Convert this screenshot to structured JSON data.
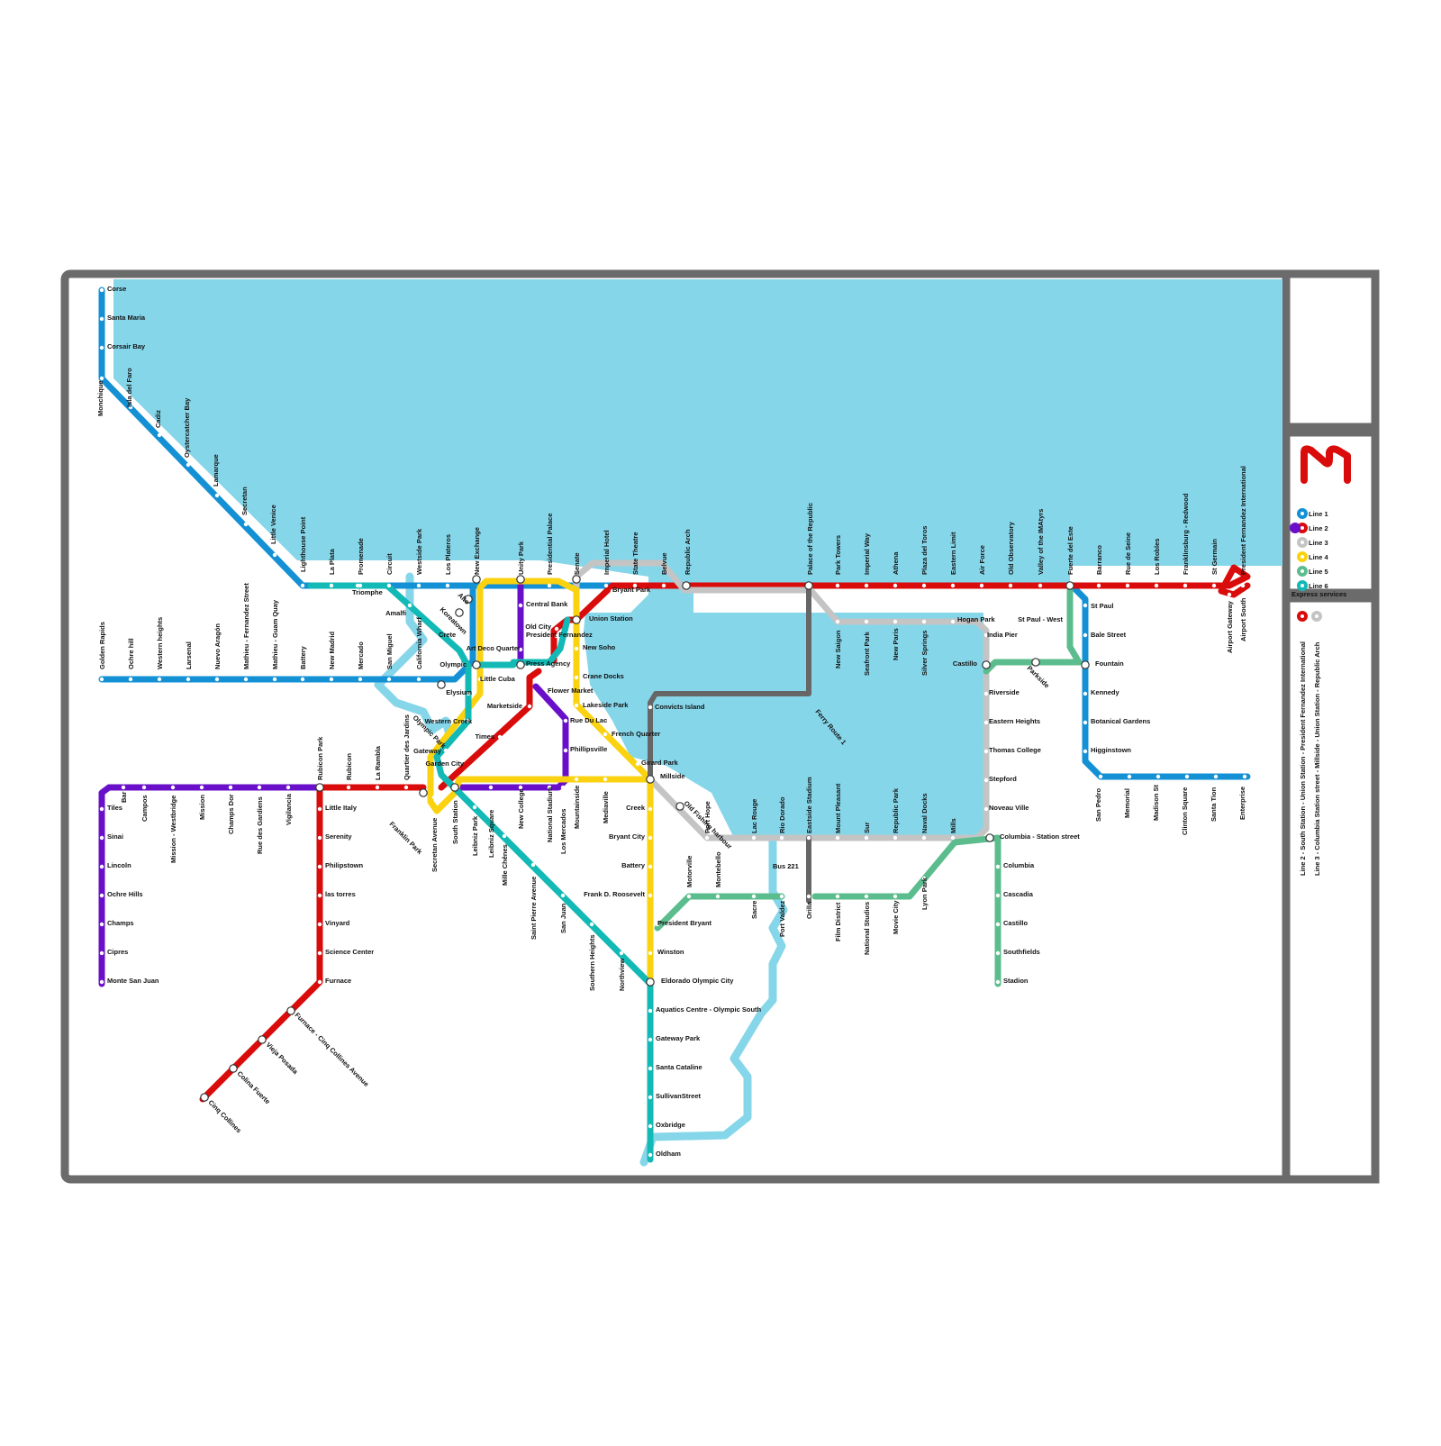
{
  "title": "",
  "logo_label": "M",
  "colors": {
    "frame": "#6b6b6b",
    "water": "#86d6ea",
    "line1": "#1491d4",
    "line2": "#d90b0b",
    "line2_branch": "#6a0fc9",
    "line3": "#c4c4c4",
    "line4": "#fad20f",
    "line5": "#5bbd8d",
    "line6": "#12b9b5",
    "ferry": "#666666"
  },
  "legend": {
    "items": [
      {
        "label": "Line 1",
        "color_key": "line1"
      },
      {
        "label": "Line 2",
        "color_key": "line2"
      },
      {
        "label": "Line 3",
        "color_key": "line3"
      },
      {
        "label": "Line 4",
        "color_key": "line4"
      },
      {
        "label": "Line 5",
        "color_key": "line5"
      },
      {
        "label": "Line 6",
        "color_key": "line6"
      }
    ],
    "express_title": "Express services",
    "express_line2": "Line 2 - South Station - Union Station - President Fernandez International",
    "express_line3": "Line 3 - Columbia Station street - Millside - Union Station - Republic Arch"
  },
  "ferry": {
    "ferry_label": "Ferry Route 1",
    "bus_label": "Bus 221"
  },
  "stations": {
    "corse": "Corse",
    "santa_maria": "Santa Maria",
    "corsair_bay": "Corsair Bay",
    "monchique": "Monchique",
    "isla_del_faro": "Isla del Faro",
    "cadiz": "Cadiz",
    "oystercatcher_bay": "Oystercatcher Bay",
    "lamarque": "Lamarque",
    "secretan": "Secretan",
    "little_venice": "Little Venice",
    "lighthouse_point": "Lighthouse Point",
    "la_plata": "La Plata",
    "promenade": "Promenade",
    "circuit": "Circuit",
    "westside_park": "Westside Park",
    "los_plateros": "Los Plateros",
    "new_exchange": "New Exchange",
    "unity_park": "Unity Park",
    "presidential_palace": "Presidential Palace",
    "senate": "Senate",
    "imperial_hotel": "Imperial Hotel",
    "state_theatre": "State Theatre",
    "belvue": "Belvue",
    "republic_arch": "Republic Arch",
    "palace_republic": "Palace of the Republic",
    "park_towers": "Park Towers",
    "imperial_way": "Imperial Way",
    "athena": "Athena",
    "plaza_toros": "Plaza del Toros",
    "eastern_limit": "Eastern Limit",
    "air_force": "Air Force",
    "old_observatory": "Old Observatory",
    "valley_imatyrs": "Valley of the IMAtyrs",
    "fuerte_este": "Fuerte del Este",
    "barranco": "Barranco",
    "rue_seine": "Rue de Seine",
    "los_robles": "Los Robles",
    "franklinsburg": "Franklinsburg - Redwood",
    "st_germain": "St Germain",
    "pf_international": "President Fernandez International",
    "airport_gateway": "Airport Gateway",
    "airport_south": "Airport South",
    "st_paul": "St Paul",
    "bale_street": "Bale Street",
    "fountain": "Fountain",
    "kennedy": "Kennedy",
    "botanical_gardens": "Botanical Gardens",
    "higginstown": "Higginstown",
    "san_pedro": "San Pedro",
    "memorial": "Memorial",
    "madison_st": "Madison St",
    "clinton_square": "Clinton Square",
    "santa_tion": "Santa Tion",
    "enterprise": "Enterprise",
    "golden_rapids": "Golden Rapids",
    "ochre_hill": "Ochre hill",
    "western_heights": "Western heights",
    "larsenal": "Larsenal",
    "nuevo_aragon": "Nuevo Aragón",
    "mathieu_fernandez": "Mathieu - Fernandez Street",
    "mathieu_guam": "Mathieu - Guam Quay",
    "battery_n": "Battery",
    "new_madrid": "New Madrid",
    "mercado": "Mercado",
    "san_miguel": "San Miguel",
    "california_wharf": "California Wharf",
    "olympic": "Olympic",
    "triomphe": "Triomphe",
    "amalfi": "Amalfi",
    "crete": "Crete",
    "alto": "Alto",
    "koreatown": "Koreatown",
    "olympic_park": "Olympic Park",
    "elysium": "Elysium",
    "western_creek": "Western Creek",
    "gateway": "Gateway",
    "garden_city": "Garden City",
    "times": "Times",
    "marketside": "Marketside",
    "little_cuba": "Little Cuba",
    "art_deco": "Art Deco Quarter",
    "press_agency": "Press Agency",
    "central_bank": "Central Bank",
    "old_city": "Old City",
    "president_fernandez": "President Fernandez",
    "union_station": "Union Station",
    "bryant_park": "Bryant Park",
    "new_soho": "New Soho",
    "crane_docks": "Crane Docks",
    "flower_market": "Flower Market",
    "lakeside_park": "Lakeside Park",
    "rue_du_lac": "Rue Du Lac",
    "french_quarter": "French Quarter",
    "phillipsville": "Phillipsville",
    "girard_park": "Girard Park",
    "millside": "Millside",
    "old_fishing": "Old Fishing harbour",
    "convicts_island": "Convicts Island",
    "hogan_park": "Hogan Park",
    "india_pier": "India Pier",
    "st_paul_west": "St Paul - West",
    "castillo": "Castillo",
    "parkside": "Parkside",
    "riverside": "Riverside",
    "eastern_heights": "Eastern Heights",
    "thomas_college": "Thomas College",
    "stepford": "Stepford",
    "noveau_ville": "Noveau Ville",
    "columbia_station": "Columbia - Station street",
    "columbia": "Columbia",
    "cascadia": "Cascadia",
    "castillo_s": "Castillo",
    "southfields": "Southfields",
    "stadion": "Stadion",
    "new_saigon": "New Saigon",
    "seafront_park": "Seafront Park",
    "new_paris": "New Paris",
    "silver_springs": "Silver Springs",
    "tiles": "Tiles",
    "bar": "Bar",
    "campos": "Campos",
    "mission_westbridge": "Mission - Westbridge",
    "mission": "Mission",
    "champs_dor": "Champs Dor",
    "rue_des_gardens": "Rue des Gardiens",
    "vigilancia": "Vigilancia",
    "rubicon_park": "Rubicon Park",
    "rubicon": "Rubicon",
    "la_rambla": "La Rambla",
    "quartier_jardins": "Quartier des Jardins",
    "franklin_park": "Franklin Park",
    "sinai": "Sinai",
    "lincoln": "Lincoln",
    "ochre_hills": "Ochre Hills",
    "champs": "Champs",
    "cipres": "Cipres",
    "monte_san_juan": "Monte San Juan",
    "little_italy": "Little Italy",
    "serenity": "Serenity",
    "philipstown": "Philipstown",
    "las_torres": "las torres",
    "vinyard": "Vinyard",
    "science_center": "Science Center",
    "furnace": "Furnace",
    "furnace_cinq": "Furnace - Cinq Collines Avenue",
    "vieja_posada": "Vieja Posada",
    "colina_fuerte": "Colina Fuerte",
    "cinq_collines": "Cinq Collines",
    "secretan_avenue": "Secretan Avenue",
    "south_station": "South Station",
    "leibniz_park": "Leibniz Park",
    "leibniz_square": "Leibniz Square",
    "mille_chenes": "Mille Chênes",
    "new_college": "New College",
    "saint_pierre": "Saint Pierre Avenue",
    "national_stadium": "National Stadium",
    "los_mercados": "Los Mercados",
    "san_juan": "San Juan",
    "mountainside": "Mountainside",
    "southern_heights": "Southern Heights",
    "mediaville": "Mediaville",
    "northview": "Northview",
    "creek": "Creek",
    "bryant_city": "Bryant City",
    "battery_s": "Battery",
    "frank_roosevelt": "Frank D. Roosevelt",
    "president_bryant": "President Bryant",
    "winston": "Winston",
    "eldorado": "Eldorado Olympic City",
    "aquatics": "Aquatics Centre - Olympic South",
    "gateway_park": "Gateway Park",
    "santa_cataline": "Santa Cataline",
    "sullivan": "SullivanStreet",
    "oxbridge": "Oxbridge",
    "oldham": "Oldham",
    "motorville": "Motorville",
    "montebello": "Montebello",
    "sacre": "Sacre",
    "port_valdez": "Port Valdez",
    "orilla": "Orilla",
    "film_district": "Film District",
    "national_studios": "National Studios",
    "movie_city": "Movie City",
    "lyon_park": "Lyon Park",
    "port_hope": "Port Hope",
    "lac_rouge": "Lac Rouge",
    "rio_dorado": "Rio Dorado",
    "eastside_stadium": "Eastside Stadium",
    "mount_pleasant": "Mount Pleasant",
    "sur": "Sur",
    "republic_park": "Republic Park",
    "naval_docks": "Naval Docks",
    "mills": "Mills"
  }
}
